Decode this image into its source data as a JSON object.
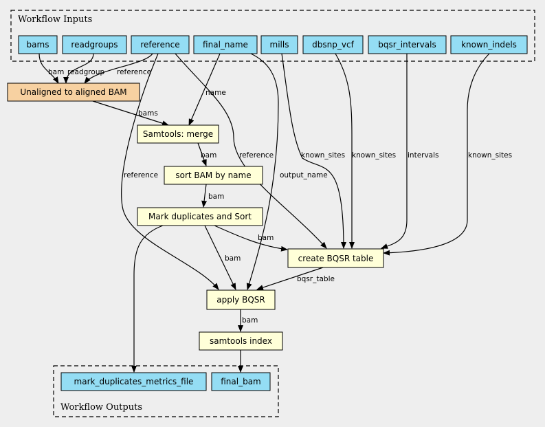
{
  "clusters": {
    "inputs": "Workflow Inputs",
    "outputs": "Workflow Outputs"
  },
  "nodes": {
    "bams": "bams",
    "readgroups": "readgroups",
    "reference": "reference",
    "final_name": "final_name",
    "mills": "mills",
    "dbsnp_vcf": "dbsnp_vcf",
    "bqsr_intervals": "bqsr_intervals",
    "known_indels": "known_indels",
    "align": "Unaligned to aligned BAM",
    "merge": "Samtools: merge",
    "sort_name": "sort BAM by name",
    "markdup": "Mark duplicates and Sort",
    "bqsr_table": "create BQSR table",
    "apply_bqsr": "apply BQSR",
    "index": "samtools index",
    "out_metrics": "mark_duplicates_metrics_file",
    "out_final_bam": "final_bam"
  },
  "edge_labels": {
    "bams_align": "bam",
    "readgroups_align": "readgroup",
    "reference_align": "reference",
    "final_name_merge": "name",
    "align_merge": "bams",
    "merge_sort": "bam",
    "sort_markdup": "bam",
    "reference_bqsr": "reference",
    "reference_apply": "reference",
    "final_name_apply": "output_name",
    "mills_bqsr": "known_sites",
    "dbsnp_bqsr": "known_sites",
    "intervals_bqsr": "intervals",
    "indels_bqsr": "known_sites",
    "markdup_bqsr": "bam",
    "markdup_apply": "bam",
    "bqsr_apply": "bqsr_table",
    "apply_index": "bam"
  },
  "colors": {
    "background": "#eeeeee",
    "input_fill": "#94ddf4",
    "output_fill": "#94ddf4",
    "step_fill": "#ffffd8",
    "align_fill": "#f7d1a1"
  }
}
